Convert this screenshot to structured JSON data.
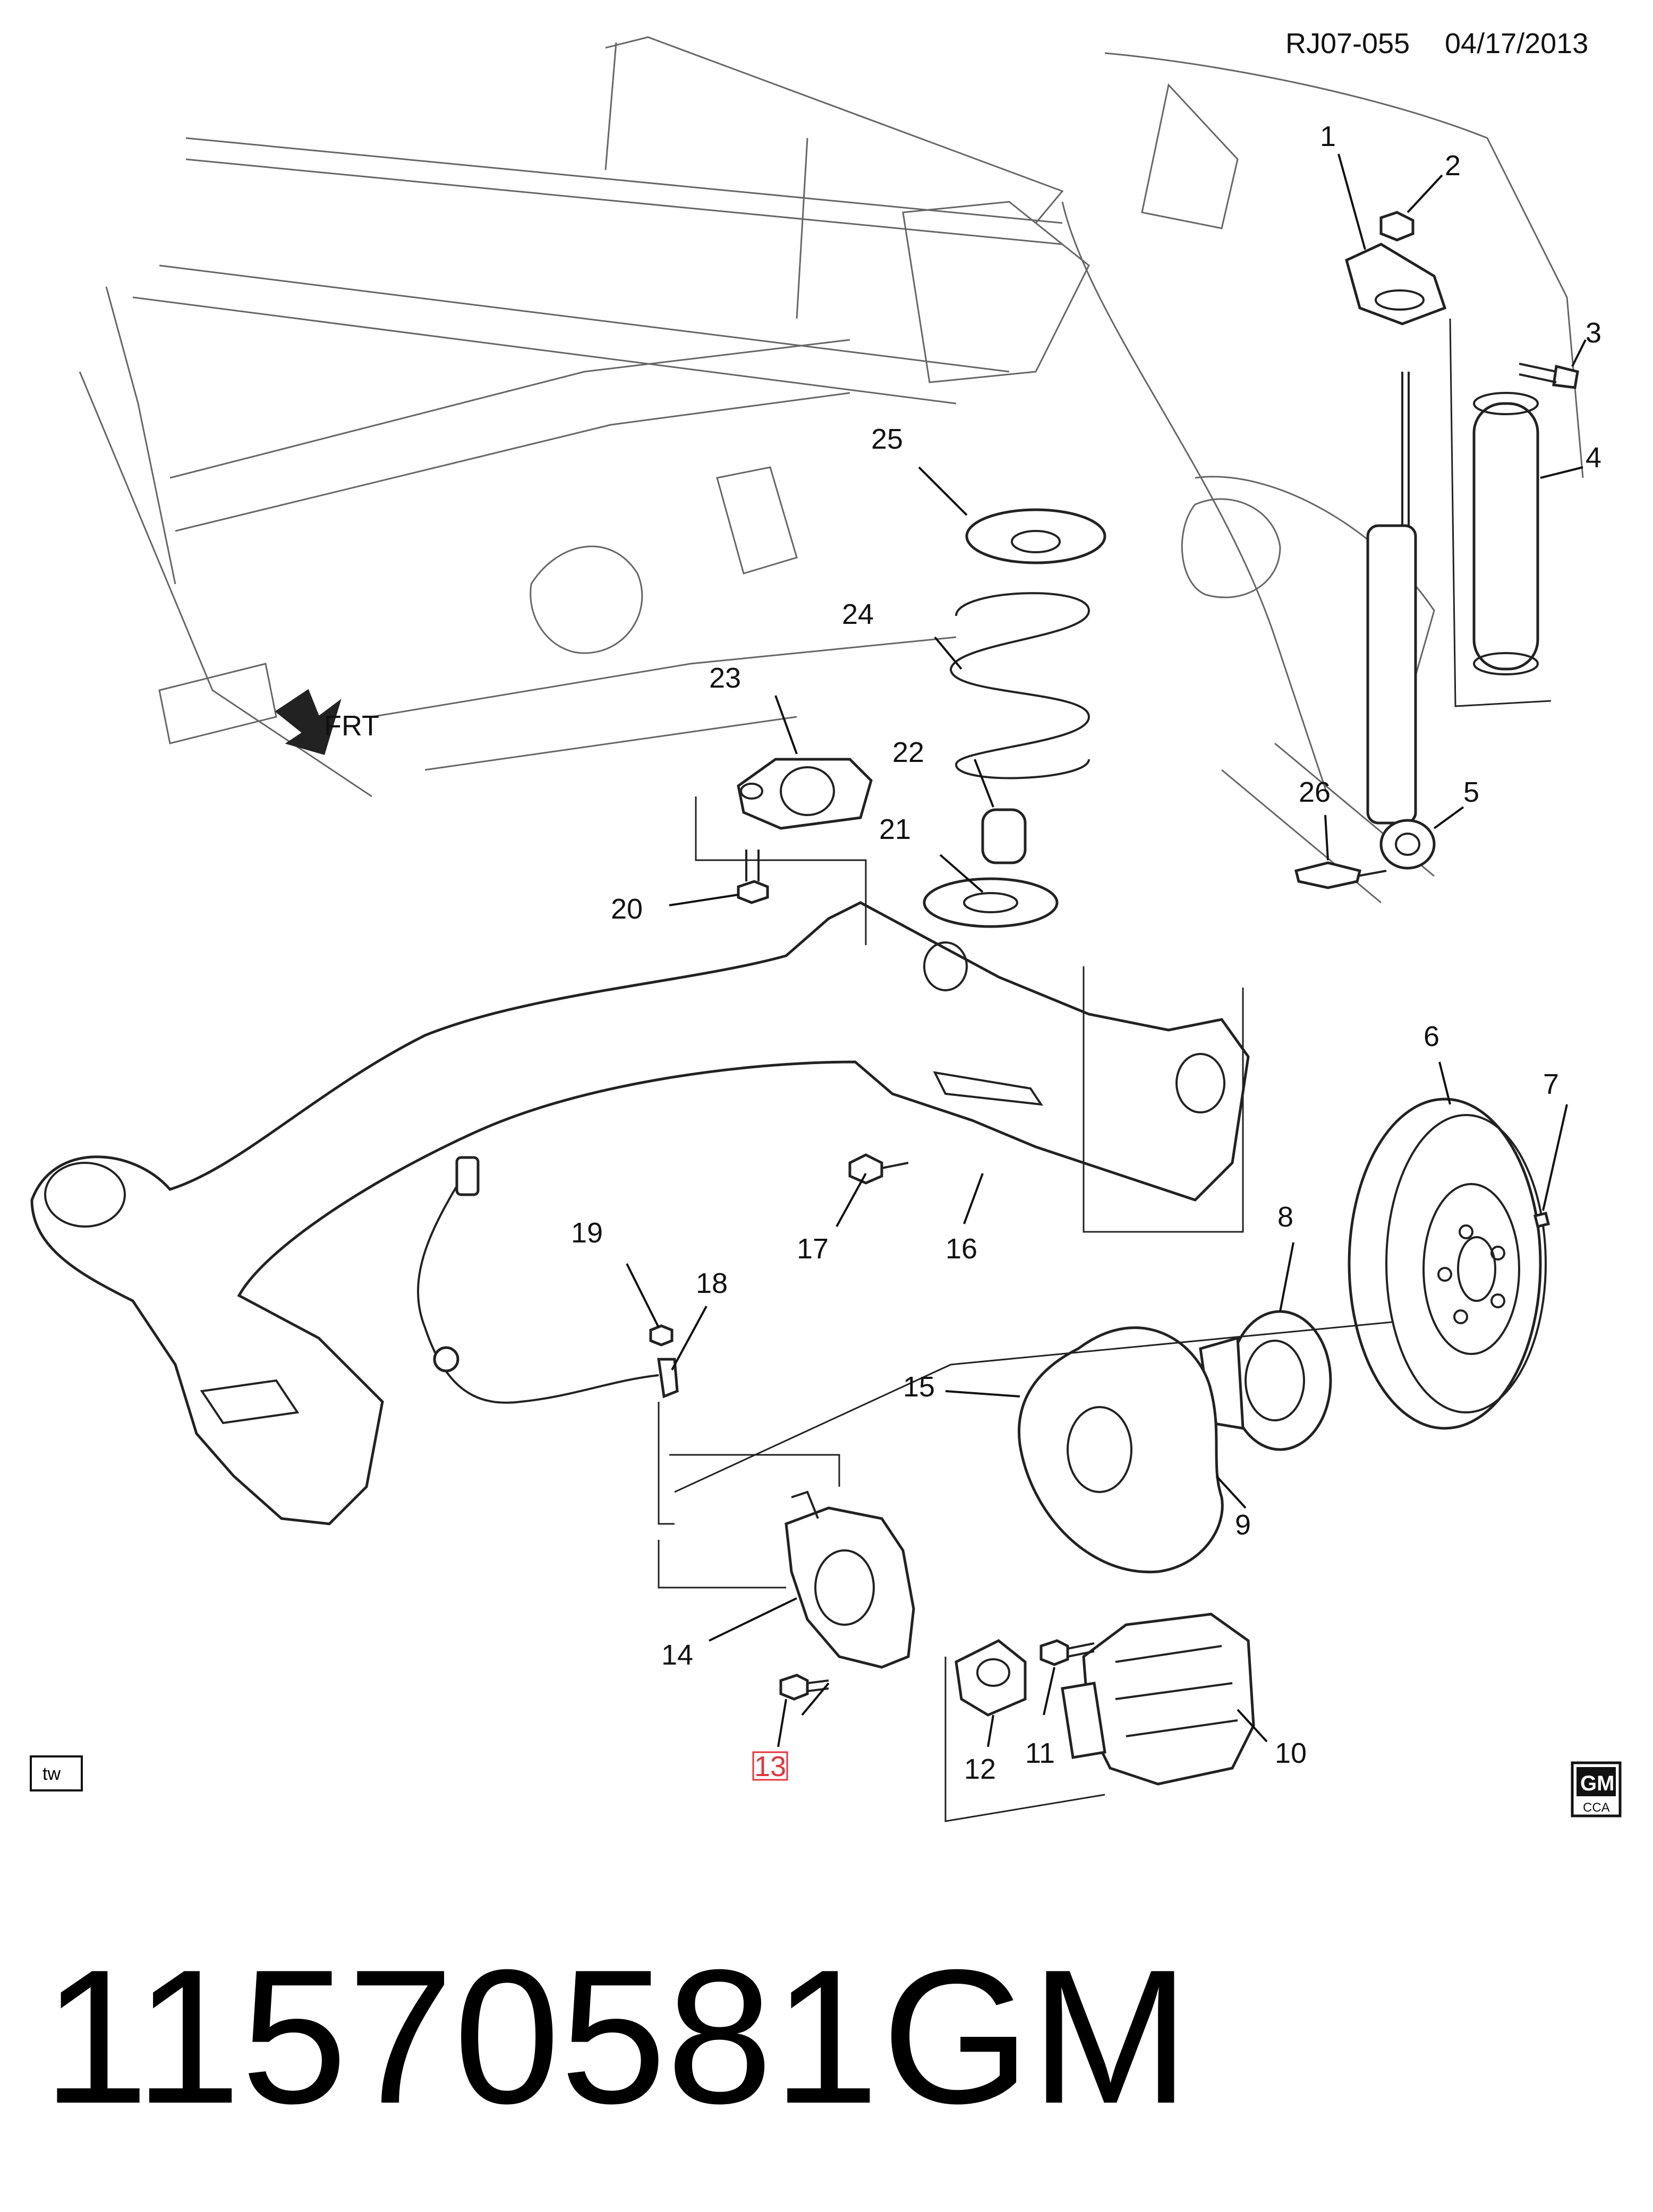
{
  "header": {
    "diagram_id": "RJ07-055",
    "date": "04/17/2013"
  },
  "direction": {
    "label": "FRT"
  },
  "callouts": [
    "1",
    "2",
    "3",
    "4",
    "5",
    "6",
    "7",
    "8",
    "9",
    "10",
    "11",
    "12",
    "13",
    "14",
    "15",
    "16",
    "17",
    "18",
    "19",
    "20",
    "21",
    "22",
    "23",
    "24",
    "25",
    "26"
  ],
  "highlighted_callout": "13",
  "corner_tag": "tw",
  "logo": {
    "brand": "GM",
    "sub": "CCA"
  },
  "footer": {
    "part_number": "11570581",
    "brand": "GM"
  },
  "colors": {
    "ink": "#111111",
    "highlight": "#e2343e",
    "background": "#ffffff"
  }
}
